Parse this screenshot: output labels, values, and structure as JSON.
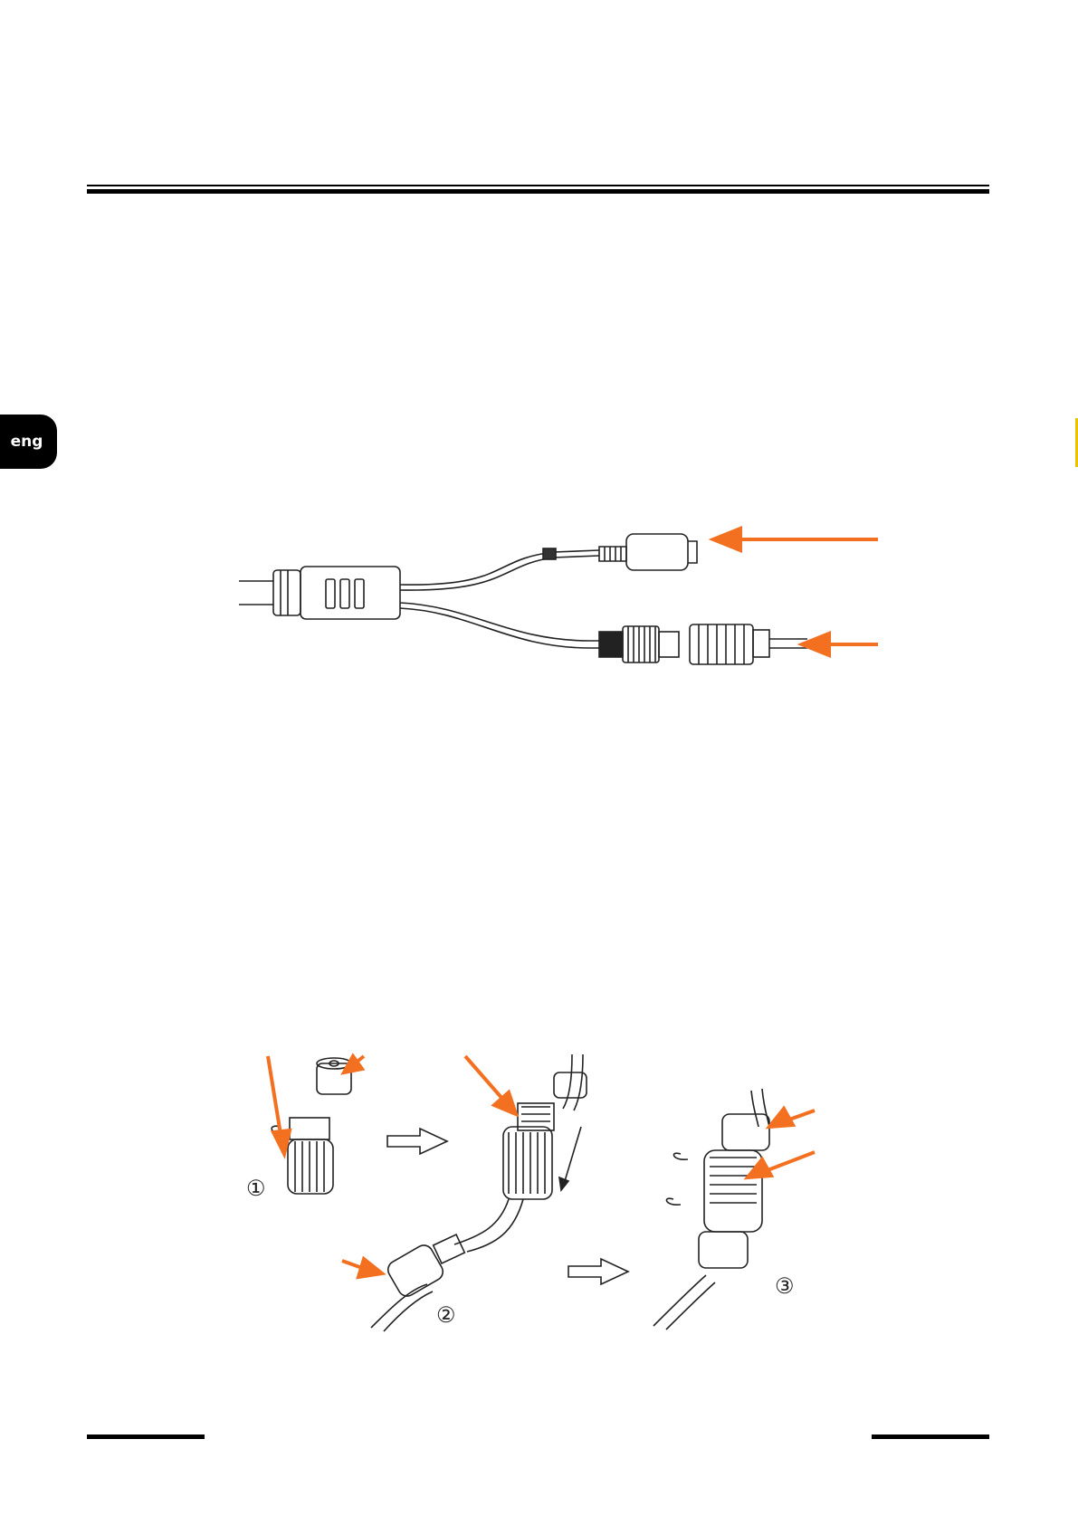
{
  "sidebar": {
    "language_tab": "eng"
  },
  "colors": {
    "arrow": "#f37021",
    "tab_background": "#000000",
    "edge_marker": "#e8c400"
  },
  "figures": {
    "assembly_steps": [
      "①",
      "②",
      "③"
    ]
  }
}
